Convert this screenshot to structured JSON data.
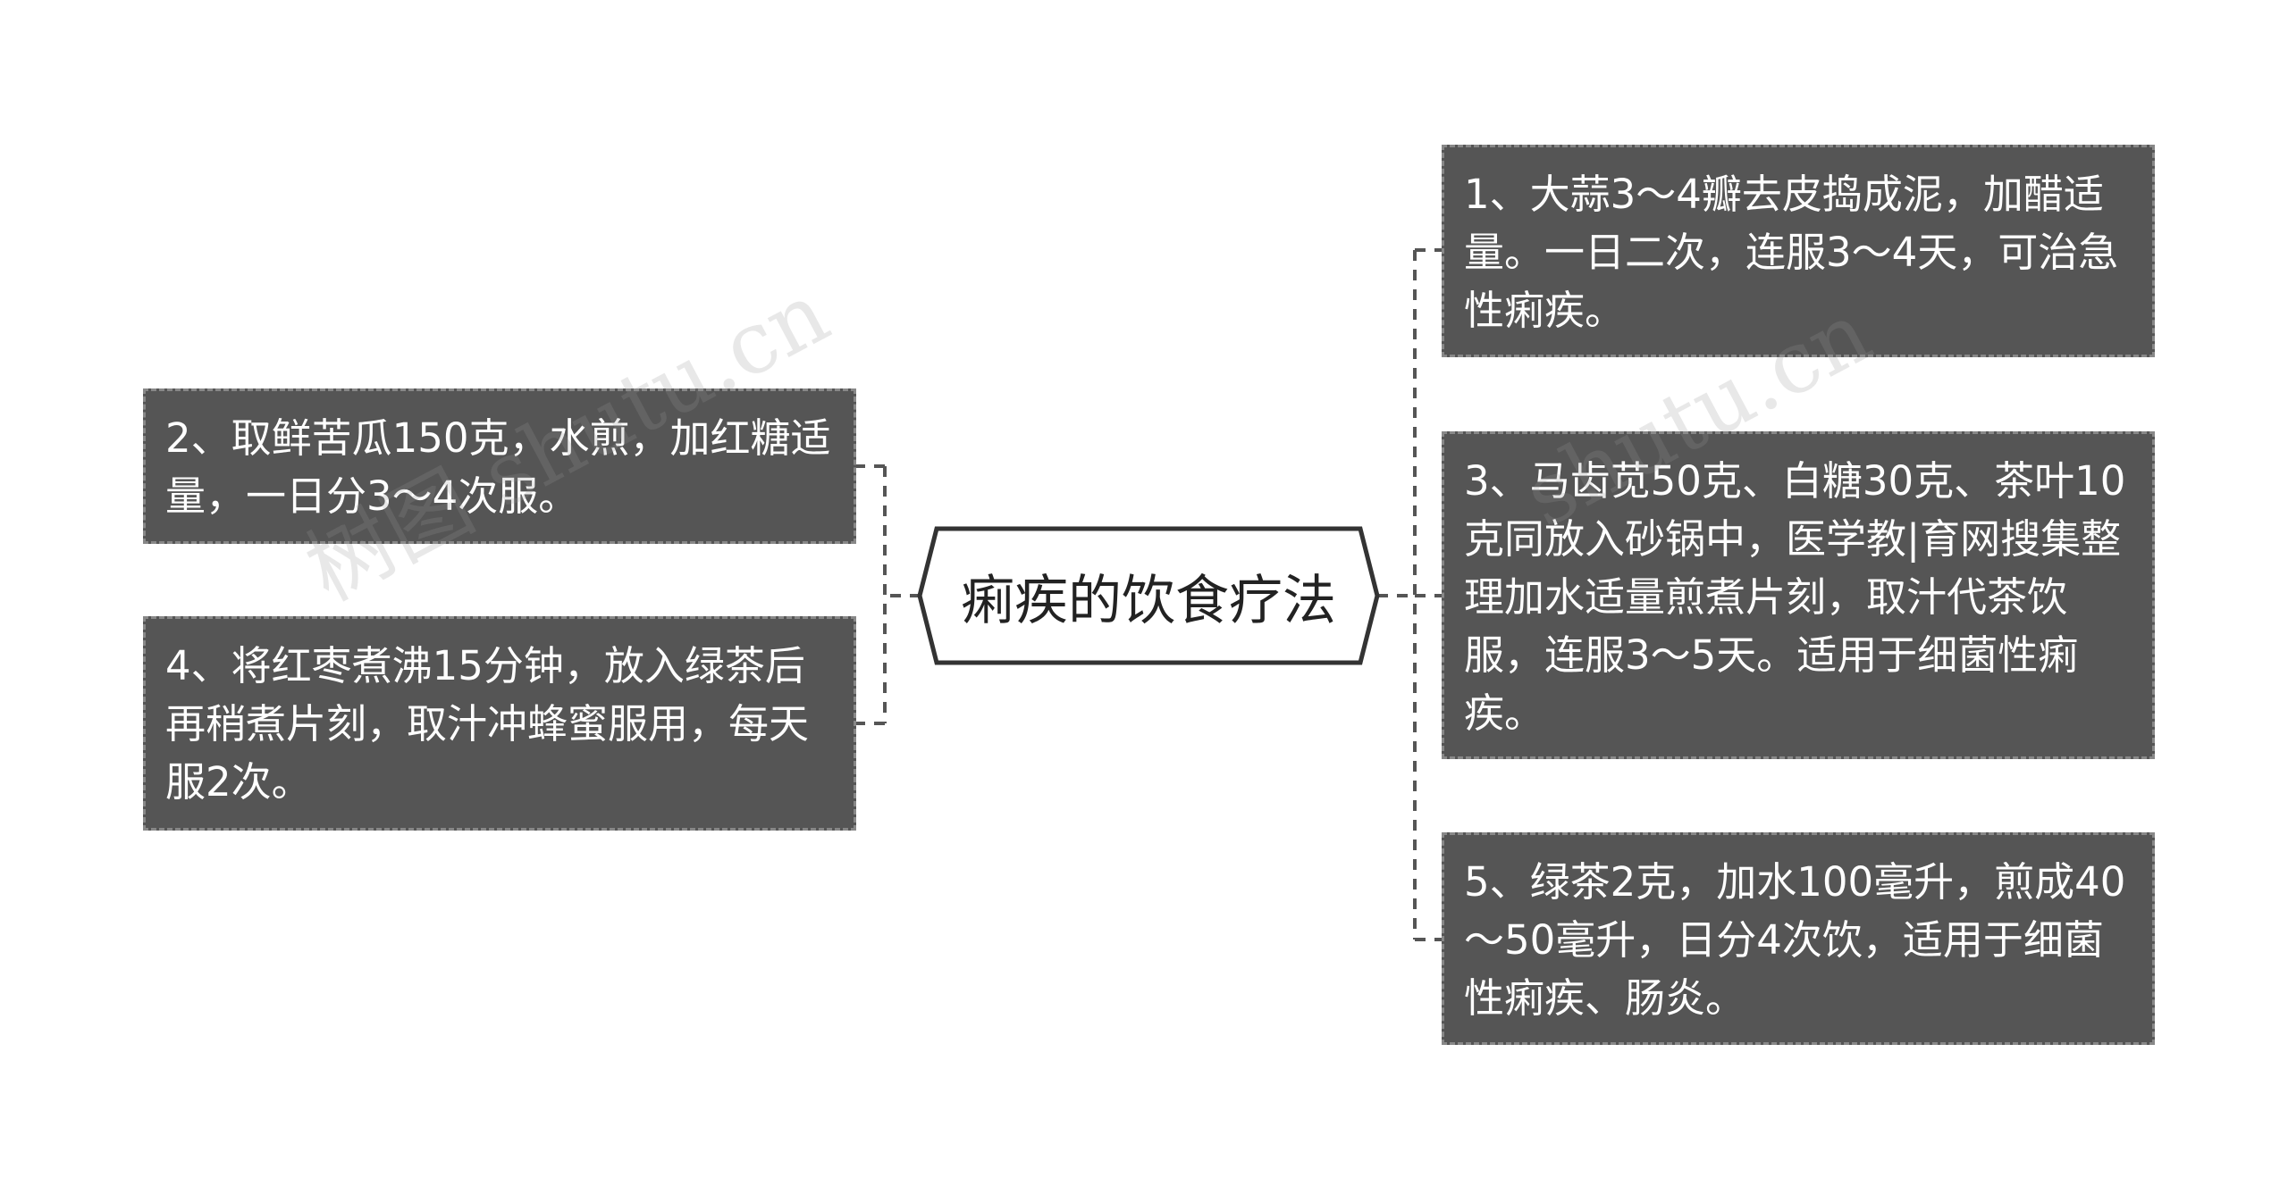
{
  "root": {
    "label": "痢疾的饮食疗法"
  },
  "branches": [
    {
      "id": "1",
      "side": "right",
      "text": "1、大蒜3～4瓣去皮捣成泥，加醋适量。一日二次，连服3～4天，可治急性痢疾。"
    },
    {
      "id": "2",
      "side": "left",
      "text": "2、取鲜苦瓜150克，水煎，加红糖适量，一日分3～4次服。"
    },
    {
      "id": "3",
      "side": "right",
      "text": "3、马齿苋50克、白糖30克、茶叶10克同放入砂锅中，医学教|育网搜集整理加水适量煎煮片刻，取汁代茶饮服，连服3～5天。适用于细菌性痢疾。"
    },
    {
      "id": "4",
      "side": "left",
      "text": "4、将红枣煮沸15分钟，放入绿茶后再稍煮片刻，取汁冲蜂蜜服用，每天服2次。"
    },
    {
      "id": "5",
      "side": "right",
      "text": "5、绿茶2克，加水100毫升，煎成40～50毫升，日分4次饮，适用于细菌性痢疾、肠炎。"
    }
  ],
  "watermarks": [
    "树图 shutu.cn",
    "shutu.cn"
  ],
  "colors": {
    "node_fill": "#555555",
    "node_border": "#888888",
    "node_text": "#ffffff",
    "connector": "#555555",
    "center_border": "#333333",
    "center_text": "#222222"
  }
}
